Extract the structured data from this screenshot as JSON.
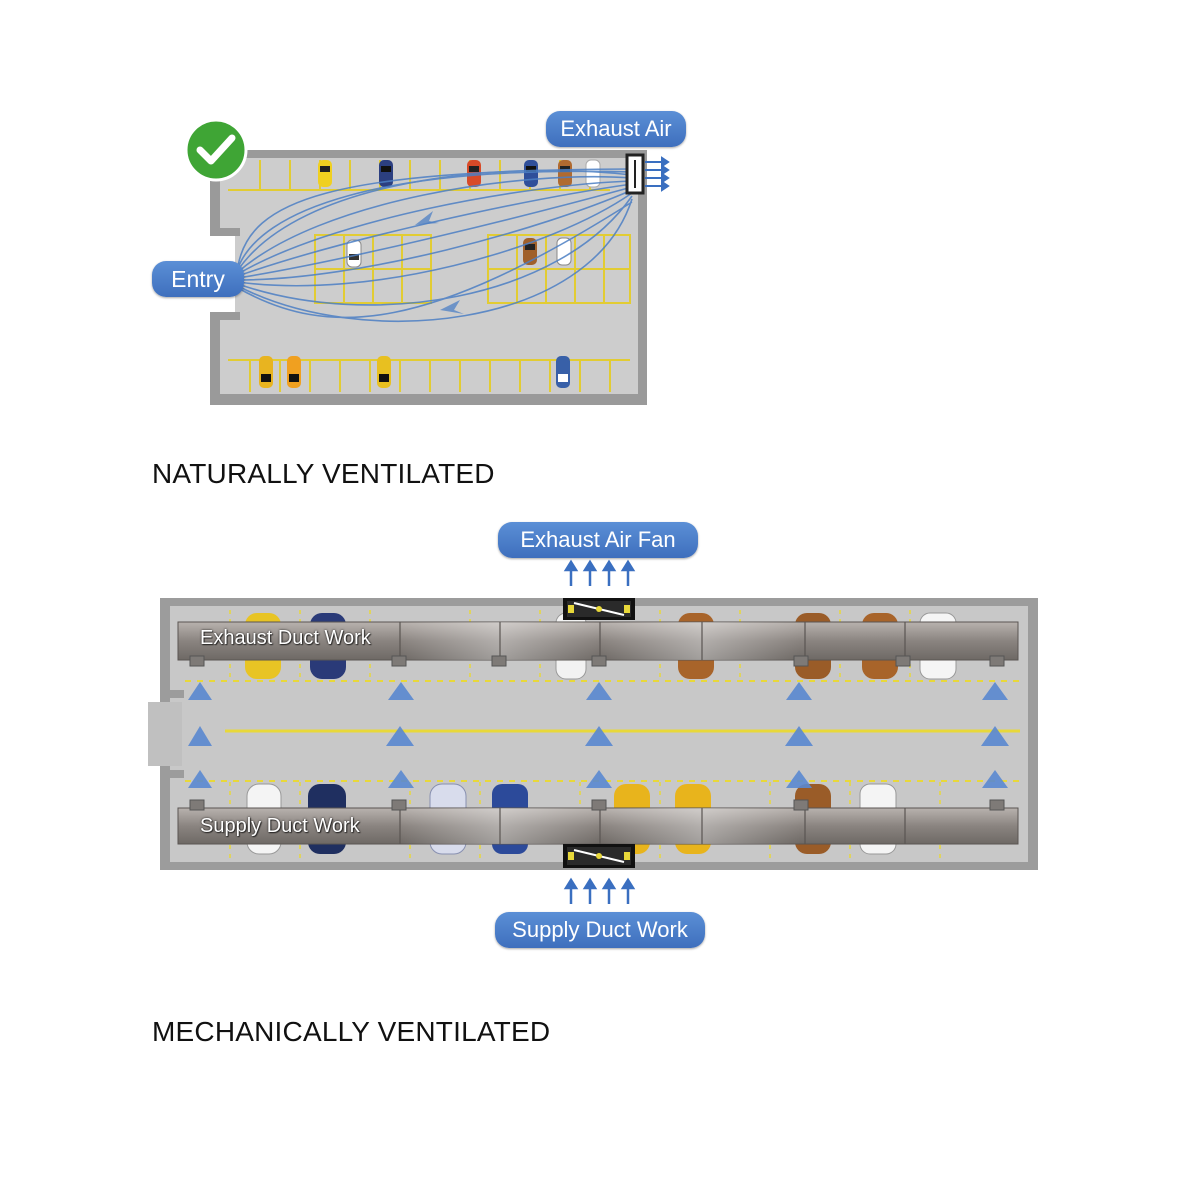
{
  "natural": {
    "caption": "NATURALLY VENTILATED",
    "exhaust_label": "Exhaust Air",
    "entry_label": "Entry",
    "check_icon": "checkmark-icon",
    "check_color": "#3fa535"
  },
  "mechanical": {
    "caption": "MECHANICALLY VENTILATED",
    "fan_label": "Exhaust Air Fan",
    "exhaust_duct_label": "Exhaust Duct Work",
    "supply_duct_label": "Supply Duct Work",
    "supply_label": "Supply Duct Work"
  },
  "colors": {
    "pill": "#4a7fcc",
    "floor": "#cfcfcf",
    "wall": "#8f8f8f",
    "lines": "#e6d23a",
    "airflow": "#4c7fc4"
  }
}
